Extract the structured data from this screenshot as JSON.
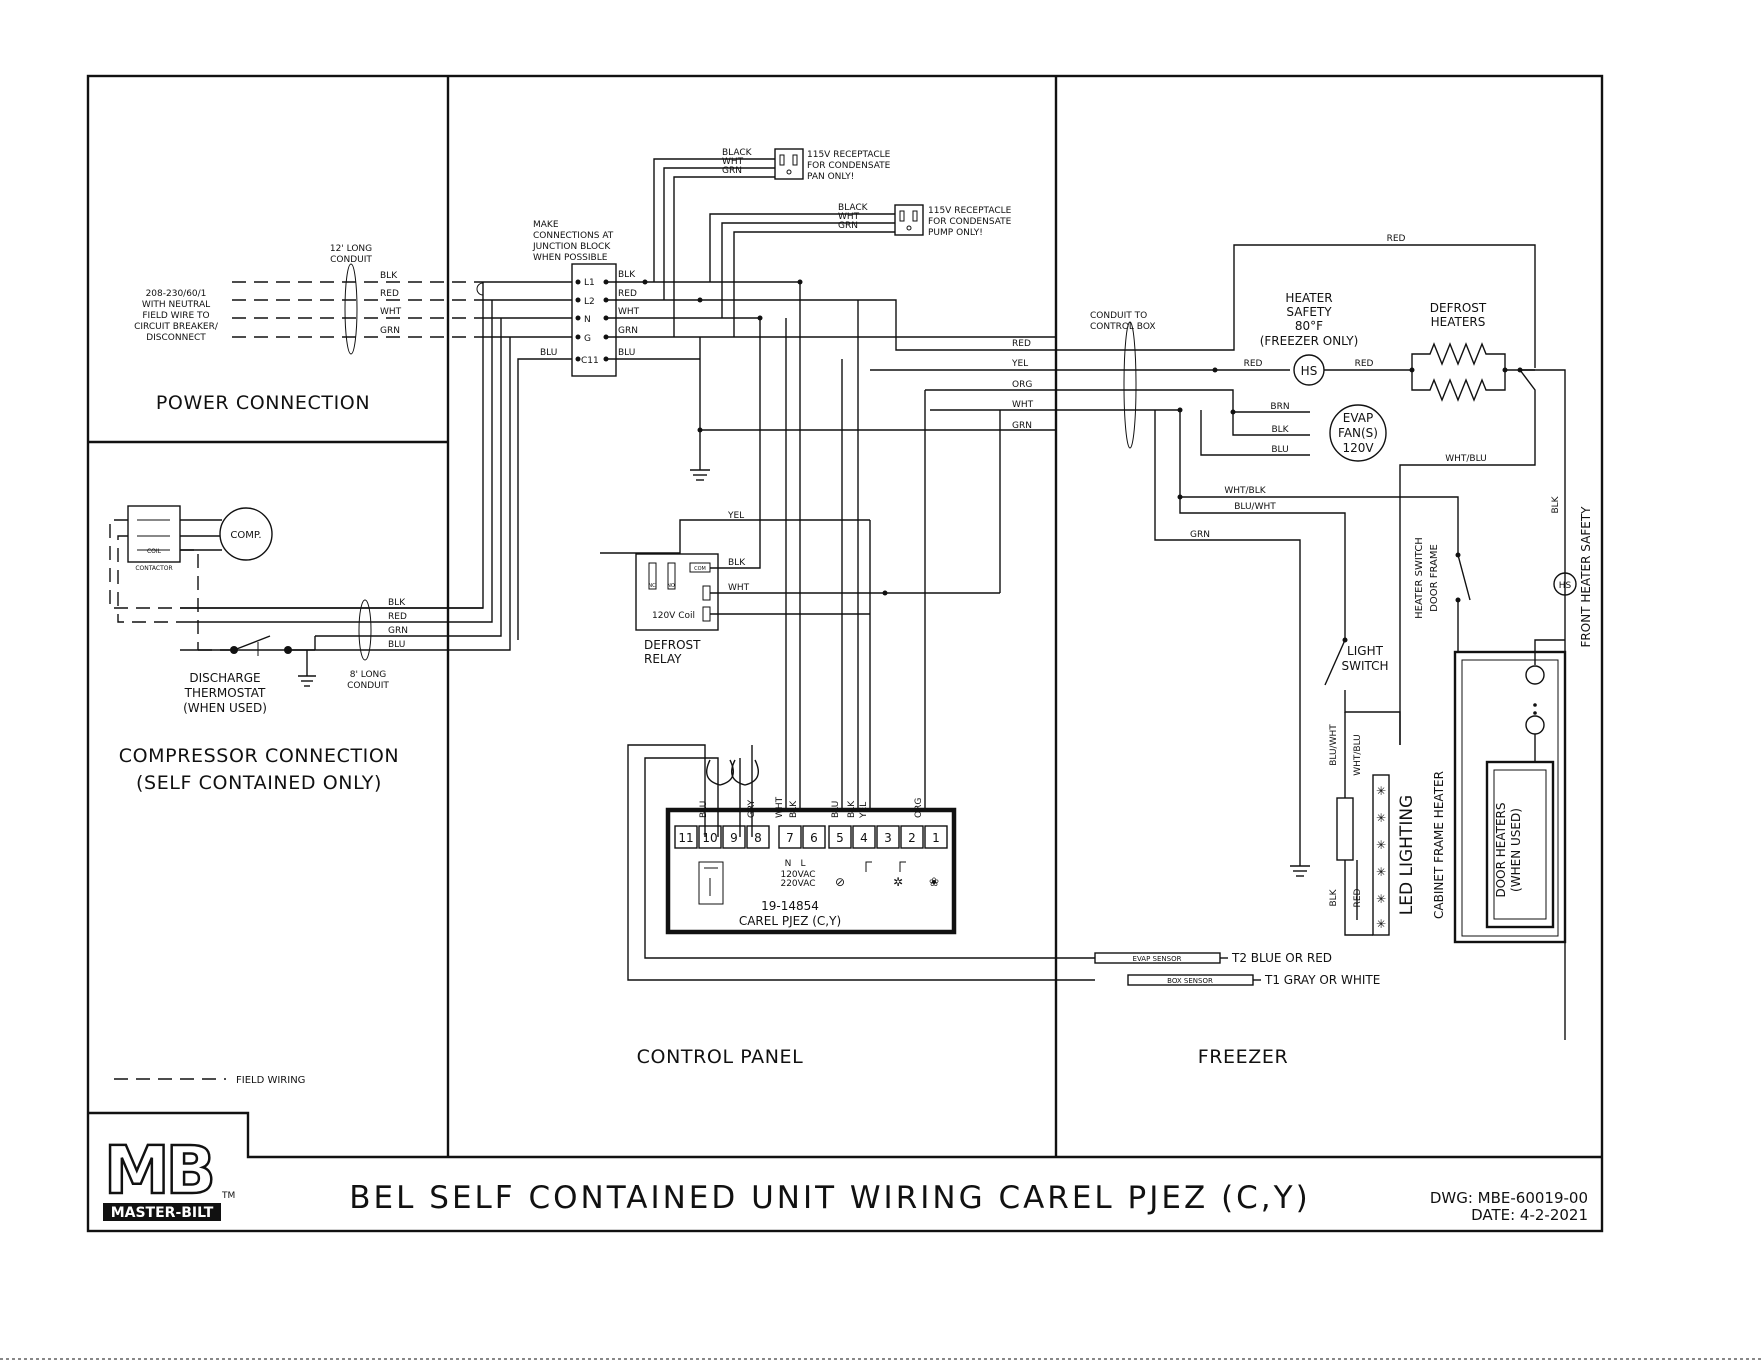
{
  "title_block": {
    "drawing_title": "BEL SELF CONTAINED UNIT WIRING CAREL PJEZ (C,Y)",
    "dwg": "DWG: MBE-60019-00",
    "date": "DATE: 4-2-2021",
    "logo_letters": "MB",
    "logo_trademark": "TM",
    "logo_text": "MASTER-BILT"
  },
  "sections": {
    "power": "POWER CONNECTION",
    "compressor": [
      "COMPRESSOR CONNECTION",
      "(SELF CONTAINED ONLY)"
    ],
    "control_panel": "CONTROL PANEL",
    "freezer": "FREEZER"
  },
  "legend": {
    "field_wiring": "FIELD WIRING"
  },
  "power": {
    "supply_note": [
      "208-230/60/1",
      "WITH NEUTRAL",
      "FIELD WIRE TO",
      "CIRCUIT BREAKER/",
      "DISCONNECT"
    ],
    "conduit_note": [
      "12' LONG",
      "CONDUIT"
    ],
    "wires": [
      "BLK",
      "RED",
      "WHT",
      "GRN"
    ],
    "junction_note": [
      "MAKE",
      "CONNECTIONS AT",
      "JUNCTION BLOCK",
      "WHEN POSSIBLE"
    ],
    "terminals": [
      "L1",
      "L2",
      "N",
      "G",
      "C11"
    ],
    "terminal_out": [
      "BLK",
      "RED",
      "WHT",
      "GRN",
      "BLU"
    ],
    "c11_in": "BLU"
  },
  "receptacles": [
    {
      "wires": [
        "BLACK",
        "WHT",
        "GRN"
      ],
      "label": [
        "115V RECEPTACLE",
        "FOR CONDENSATE",
        "PAN ONLY!"
      ]
    },
    {
      "wires": [
        "BLACK",
        "WHT",
        "GRN"
      ],
      "label": [
        "115V RECEPTACLE",
        "FOR CONDENSATE",
        "PUMP ONLY!"
      ]
    }
  ],
  "compressor": {
    "comp_label": "COMP.",
    "contactor_label": "CONTACTOR",
    "coil_label": "COIL",
    "wires": [
      "BLK",
      "RED",
      "GRN",
      "BLU"
    ],
    "thermostat": [
      "DISCHARGE",
      "THERMOSTAT",
      "(WHEN USED)"
    ],
    "conduit_note": [
      "8' LONG",
      "CONDUIT"
    ]
  },
  "defrost_relay": {
    "label": [
      "DEFROST",
      "RELAY"
    ],
    "coil": "120V Coil",
    "terminals": [
      "NC",
      "NO",
      "COM"
    ],
    "wires": [
      "YEL",
      "BLK",
      "WHT"
    ]
  },
  "controller": {
    "model": "19-14854",
    "name": "CAREL PJEZ (C,Y)",
    "terminals": [
      "11",
      "10",
      "9",
      "8",
      "7",
      "6",
      "5",
      "4",
      "3",
      "2",
      "1"
    ],
    "wires": [
      "BLU",
      "GRY",
      "WHT",
      "BLK",
      "BLU",
      "BLK",
      "YEL",
      "ORG"
    ],
    "terminal_marks": [
      "N",
      "L"
    ],
    "voltage": [
      "120VAC",
      "220VAC"
    ]
  },
  "freezer": {
    "conduit_note": [
      "CONDUIT TO",
      "CONTROL BOX"
    ],
    "trunk_wires": [
      "RED",
      "YEL",
      "ORG",
      "WHT",
      "GRN"
    ],
    "top_red": "RED",
    "heater_safety": [
      "HEATER",
      "SAFETY",
      "80°F",
      "(FREEZER ONLY)"
    ],
    "hs": "HS",
    "hs_wires": [
      "RED",
      "RED"
    ],
    "defrost_heaters": [
      "DEFROST",
      "HEATERS"
    ],
    "evap_fan": [
      "EVAP",
      "FAN(S)",
      "120V"
    ],
    "fan_wires": [
      "BRN",
      "BLK",
      "BLU"
    ],
    "whtblu": "WHT/BLU",
    "whtblk": "WHT/BLK",
    "bluwht": "BLU/WHT",
    "grn": "GRN",
    "blk": "BLK",
    "light_switch": [
      "LIGHT",
      "SWITCH"
    ],
    "heater_switch": "HEATER SWITCH",
    "door_frame": "DOOR FRAME",
    "front_heater_safety": "FRONT HEATER SAFETY",
    "led_lighting": "LED LIGHTING",
    "cabinet_frame_heater": "CABINET FRAME HEATER",
    "door_heaters": [
      "DOOR HEATERS",
      "(WHEN USED)"
    ],
    "led_wires": [
      "BLU/WHT",
      "WHT/BLU",
      "BLK",
      "RED"
    ]
  },
  "sensors": [
    {
      "label": "EVAP SENSOR",
      "note": "T2 BLUE OR RED"
    },
    {
      "label": "BOX SENSOR",
      "note": "T1 GRAY OR WHITE"
    }
  ]
}
